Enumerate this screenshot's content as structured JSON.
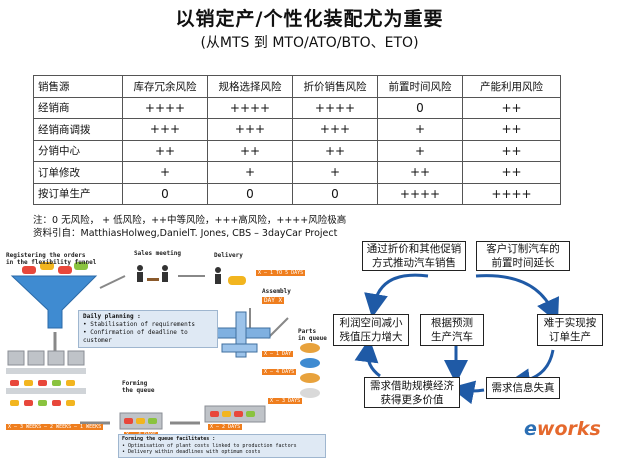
{
  "title": "以销定产/个性化装配尤为重要",
  "subtitle": "(从MTS 到 MTO/ATO/BTO、ETO)",
  "table": {
    "headers": [
      "销售源",
      "库存冗余风险",
      "规格选择风险",
      "折价销售风险",
      "前置时间风险",
      "产能利用风险"
    ],
    "rows": [
      [
        "经销商",
        "++++",
        "++++",
        "++++",
        "0",
        "++"
      ],
      [
        "经销商调拨",
        "+++",
        "+++",
        "+++",
        "+",
        "++"
      ],
      [
        "分销中心",
        "++",
        "++",
        "++",
        "+",
        "++"
      ],
      [
        "订单修改",
        "+",
        "+",
        "+",
        "++",
        "++"
      ],
      [
        "按订单生产",
        "0",
        "0",
        "0",
        "++++",
        "++++"
      ]
    ]
  },
  "note_line1": "注：0 无风险， + 低风险，++中等风险，+++高风险，++++风险极高",
  "note_line2": "资料引自：MatthiasHolweg,DanielT. Jones, CBS – 3dayCar Project",
  "illustration": {
    "label_registering": "Registering the orders\nin the flexibility funnel",
    "label_sales": "Sales meeting",
    "label_delivery": "Delivery",
    "label_assembly": "Assembly",
    "assembly_tag": "DAY X",
    "label_parts": "Parts\nin queue",
    "label_forming": "Forming\nthe queue",
    "planning_title": "Daily planning :",
    "planning_items": [
      "• Stabilisation of requirements",
      "• Confirmation of deadline to customer"
    ],
    "queue_title": "Forming the queue facilitates :",
    "queue_items": [
      "• Optimisation of plant costs linked to production factors",
      "• Delivery within deadlines with optimum costs"
    ],
    "tags": [
      "X – 1 TO 5 DAYS",
      "X – 1 DAY",
      "X – 4 DAYS",
      "X – 3 DAYS",
      "X – 2 DAYS",
      "X – 1 WEEKS",
      "X – 2 WEEKS",
      "X – 3 WEEKS",
      "X – 4 DAYS"
    ]
  },
  "cycle": {
    "top_left": "通过折价和其他促销\n方式推动汽车销售",
    "top_right": "客户订制汽车的\n前置时间延长",
    "mid_left": "利润空间减小\n残值压力增大",
    "center": "根据预测\n生产汽车",
    "mid_right": "难于实现按\n订单生产",
    "bottom_left": "需求借助规模经济\n获得更多价值",
    "bottom_right": "需求信息失真",
    "arrow_color": "#1f5aa6"
  },
  "logo": {
    "prefix": "e",
    "text": "works"
  }
}
